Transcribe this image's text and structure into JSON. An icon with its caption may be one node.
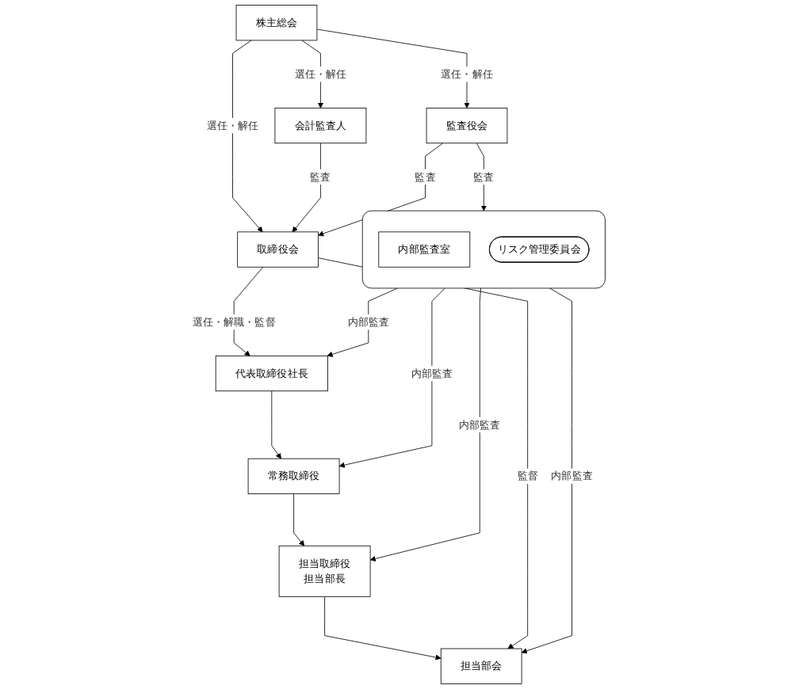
{
  "diagram": {
    "nodes": [
      {
        "text": [
          "株主総会"
        ]
      },
      {
        "text": [
          "会計監査人"
        ]
      },
      {
        "text": [
          "取締役会"
        ]
      },
      {
        "text": [
          "監査役会"
        ]
      },
      {
        "text": [
          "代表取締役社長"
        ]
      },
      {
        "text": [
          "常務取締役"
        ]
      },
      {
        "text": [
          "担当取締役",
          "担当部長"
        ]
      },
      {
        "text": [],
        "shape": "box"
      },
      {
        "text": [
          "内部監査室"
        ],
        "in": 7
      },
      {
        "text": [
          "リスク管理委員会"
        ],
        "in": 7
      },
      {
        "text": [
          "担当部会"
        ]
      }
    ],
    "edges": [
      {
        "from": 0,
        "to": 1,
        "arrow": "to",
        "label": "選任・解任"
      },
      {
        "from": 0,
        "to": 2,
        "arrow": "to",
        "label": "選任・解任"
      },
      {
        "from": 0,
        "to": 3,
        "arrow": "to",
        "label": "選任・解任"
      },
      {
        "from": 1,
        "to": 2,
        "arrow": "to",
        "label": "監査"
      },
      {
        "from": 3,
        "to": 2,
        "arrow": "to",
        "label": "監査"
      },
      {
        "from": 2,
        "to": 4,
        "arrow": "to",
        "label": "選任・解職・監督"
      },
      {
        "from": 3,
        "to": 7,
        "arrow": "to",
        "label": "監査"
      },
      {
        "from": 7,
        "to": 4,
        "arrow": "to",
        "label": "内部監査"
      },
      {
        "from": 4,
        "to": 5,
        "arrow": "to"
      },
      {
        "from": 7,
        "to": 5,
        "arrow": "to",
        "label": "内部監査"
      },
      {
        "from": 5,
        "to": 6,
        "arrow": "to"
      },
      {
        "from": 7,
        "to": 6,
        "arrow": "to",
        "label": "内部監査"
      },
      {
        "from": 6,
        "to": 10,
        "arrow": "to"
      },
      {
        "from": 2,
        "to": 10,
        "arrow": "to",
        "label": "監督"
      },
      {
        "from": 7,
        "to": 10,
        "arrow": "to",
        "label": "内部監査"
      }
    ]
  }
}
